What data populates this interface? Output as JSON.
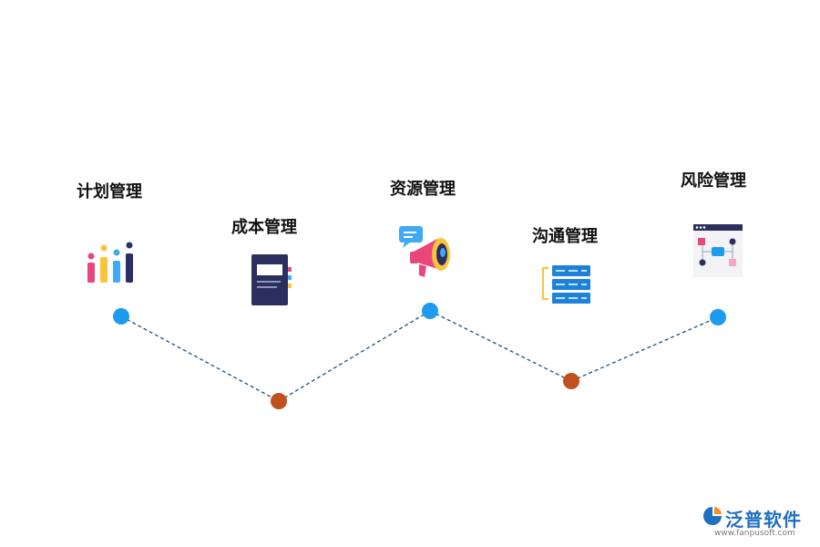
{
  "steps": [
    {
      "label": "计划管理",
      "icon": "bar-chart-icon",
      "level": "high",
      "node_color": "#1e9bef"
    },
    {
      "label": "成本管理",
      "icon": "notebook-icon",
      "level": "low",
      "node_color": "#c0501e"
    },
    {
      "label": "资源管理",
      "icon": "megaphone-icon",
      "level": "high",
      "node_color": "#1e9bef"
    },
    {
      "label": "沟通管理",
      "icon": "server-icon",
      "level": "low",
      "node_color": "#c0501e"
    },
    {
      "label": "风险管理",
      "icon": "flowchart-window-icon",
      "level": "high",
      "node_color": "#1e9bef"
    }
  ],
  "connector": {
    "style": "dashed",
    "color": "#1d4f7a"
  },
  "brand": {
    "name": "泛普软件",
    "url": "www.fanpusoft.com",
    "color": "#1e6fc0"
  }
}
